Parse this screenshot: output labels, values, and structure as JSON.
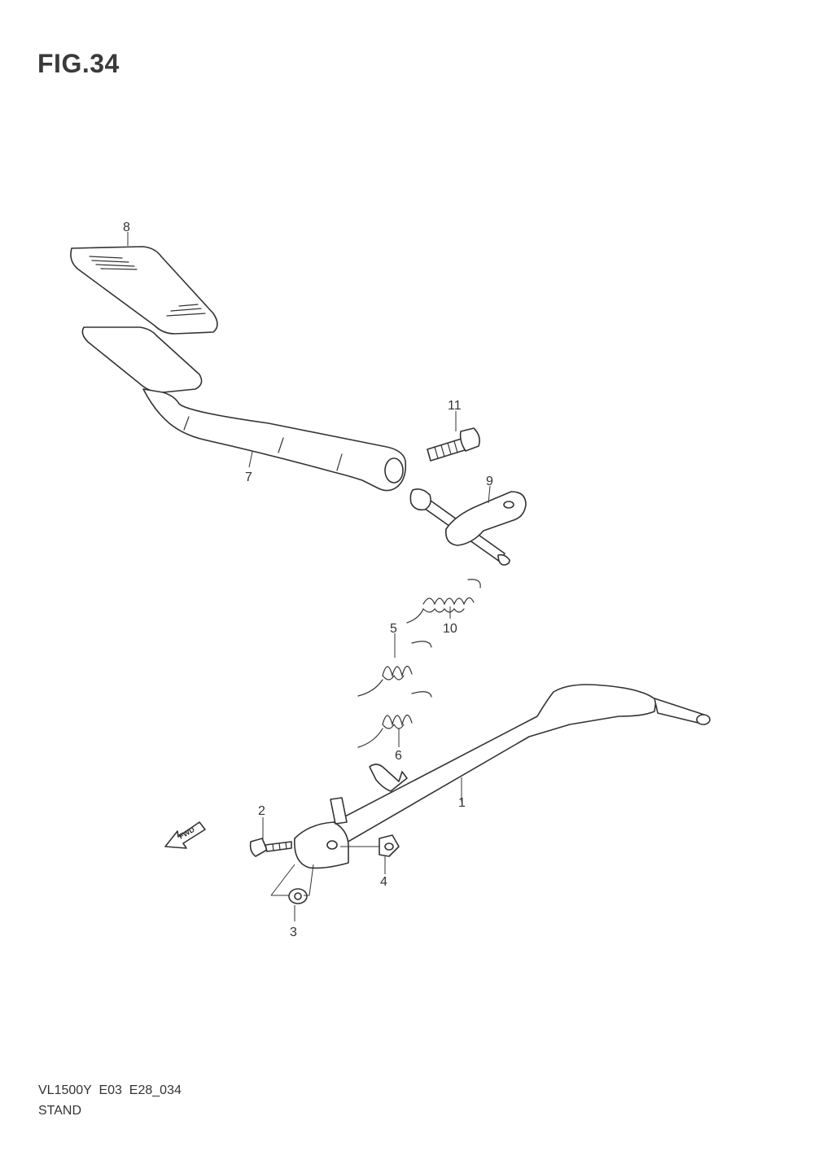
{
  "figure": {
    "title": "FIG.34",
    "model_code": "VL1500Y  E03  E28_034",
    "group_name": "STAND"
  },
  "direction_marker": {
    "label": "FWD",
    "icon": "fwd-arrow-icon"
  },
  "callouts": [
    {
      "id": "1",
      "label": "1"
    },
    {
      "id": "2",
      "label": "2"
    },
    {
      "id": "3",
      "label": "3"
    },
    {
      "id": "4",
      "label": "4"
    },
    {
      "id": "5",
      "label": "5"
    },
    {
      "id": "6",
      "label": "6"
    },
    {
      "id": "7",
      "label": "7"
    },
    {
      "id": "8",
      "label": "8"
    },
    {
      "id": "9",
      "label": "9"
    },
    {
      "id": "10",
      "label": "10"
    },
    {
      "id": "11",
      "label": "11"
    }
  ],
  "colors": {
    "line": "#333333",
    "background": "#ffffff"
  }
}
